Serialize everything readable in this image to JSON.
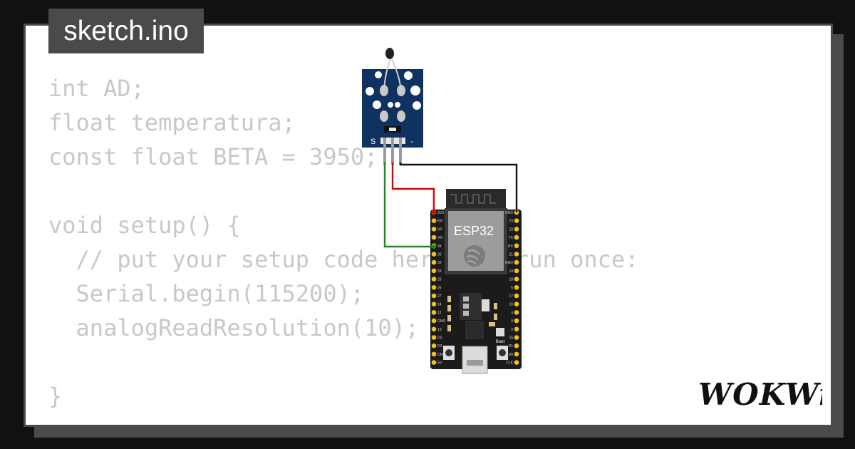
{
  "file_tab": {
    "label": "sketch.ino"
  },
  "code_lines": [
    "int AD;",
    "float temperatura;",
    "const float BETA = 3950;",
    "",
    "void setup() {",
    "  // put your setup code here, to run once:",
    "  Serial.begin(115200);",
    "  analogReadResolution(10);",
    "",
    "}"
  ],
  "ntc_module": {
    "pin_s_label": "S",
    "pin_gnd_label": "-"
  },
  "esp32": {
    "chip_label": "ESP32",
    "boot_label": "Boot",
    "left_pins": [
      "3V3",
      "EN",
      "VP",
      "VN",
      "34",
      "35",
      "32",
      "33",
      "25",
      "26",
      "27",
      "14",
      "12",
      "GND",
      "13",
      "D2",
      "D3",
      "CMD",
      "5V"
    ],
    "right_pins": [
      "GND",
      "23",
      "22",
      "TX",
      "RX",
      "21",
      "GND",
      "19",
      "18",
      "5",
      "17",
      "16",
      "4",
      "0",
      "2",
      "15",
      "D1",
      "D0",
      "CLK"
    ]
  },
  "wires": [
    {
      "name": "signal-wire",
      "color": "#1a8a1a"
    },
    {
      "name": "power-wire",
      "color": "#e00000"
    },
    {
      "name": "ground-wire",
      "color": "#111111"
    }
  ],
  "colors": {
    "background": "#111111",
    "card": "#ffffff",
    "frame": "#4a4a4a",
    "code_text": "#c8c8c8",
    "pcb_blue": "#0f3260",
    "board_black": "#1b1b1b",
    "pin_yellow": "#f2c21b"
  },
  "logo": {
    "text": "WOKWi"
  }
}
